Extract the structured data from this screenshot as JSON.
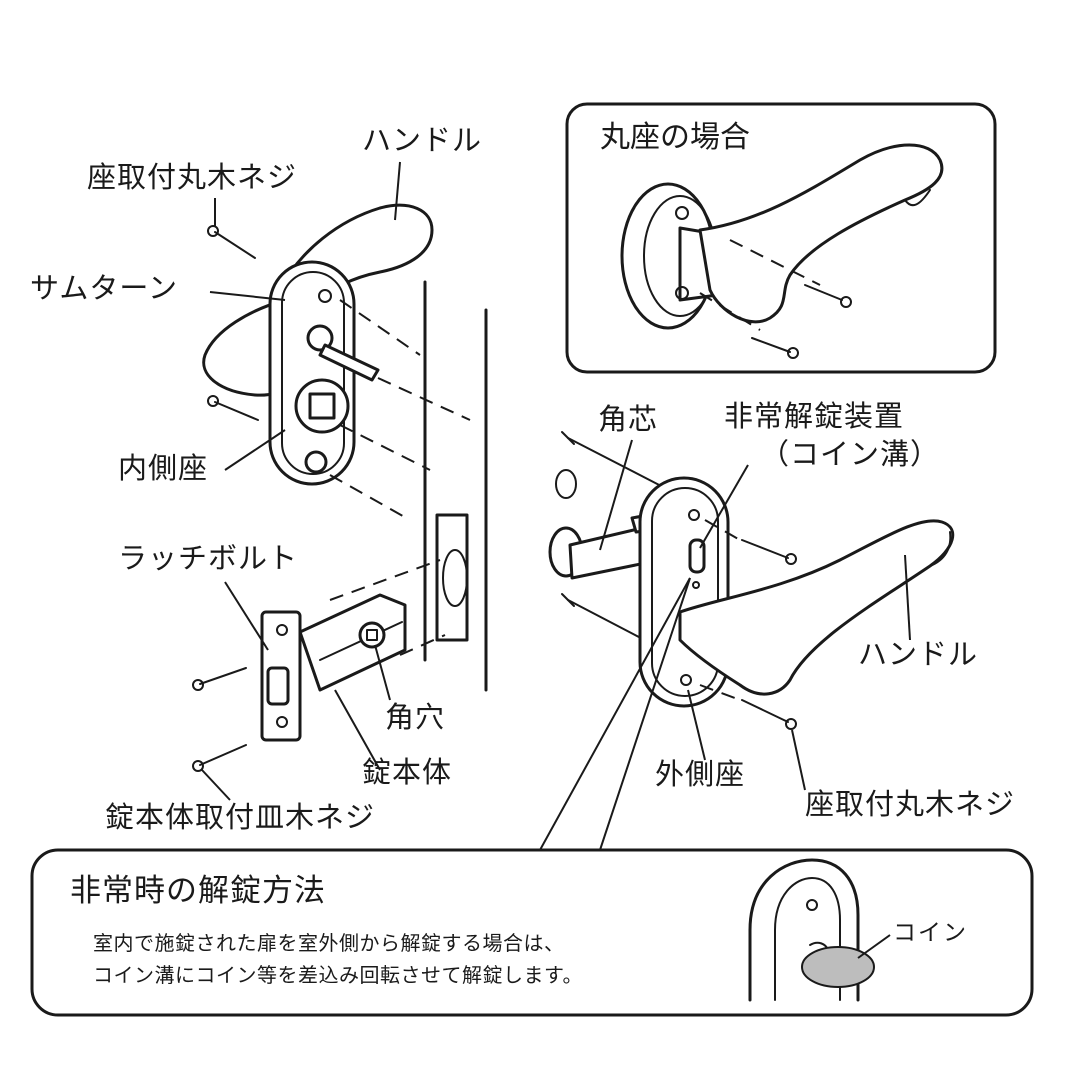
{
  "labels": {
    "handle_top": "ハンドル",
    "seat_screw_top": "座取付丸木ネジ",
    "thumb_turn": "サムターン",
    "inner_seat": "内側座",
    "latch_bolt": "ラッチボルト",
    "square_hole": "角穴",
    "lock_body": "錠本体",
    "lock_body_screw": "錠本体取付皿木ネジ",
    "spindle": "角芯",
    "emergency_device": "非常解錠装置",
    "coin_slot": "（コイン溝）",
    "handle_right": "ハンドル",
    "outer_seat": "外側座",
    "seat_screw_right": "座取付丸木ネジ",
    "coin": "コイン"
  },
  "inset": {
    "title": "丸座の場合"
  },
  "panel": {
    "title": "非常時の解錠方法",
    "line1": "室内で施錠された扉を室外側から解錠する場合は、",
    "line2": "コイン溝にコイン等を差込み回転させて解錠します。"
  },
  "colors": {
    "ink": "#1a1a1a",
    "background": "#ffffff",
    "coin_fill": "#bdbdbd"
  }
}
